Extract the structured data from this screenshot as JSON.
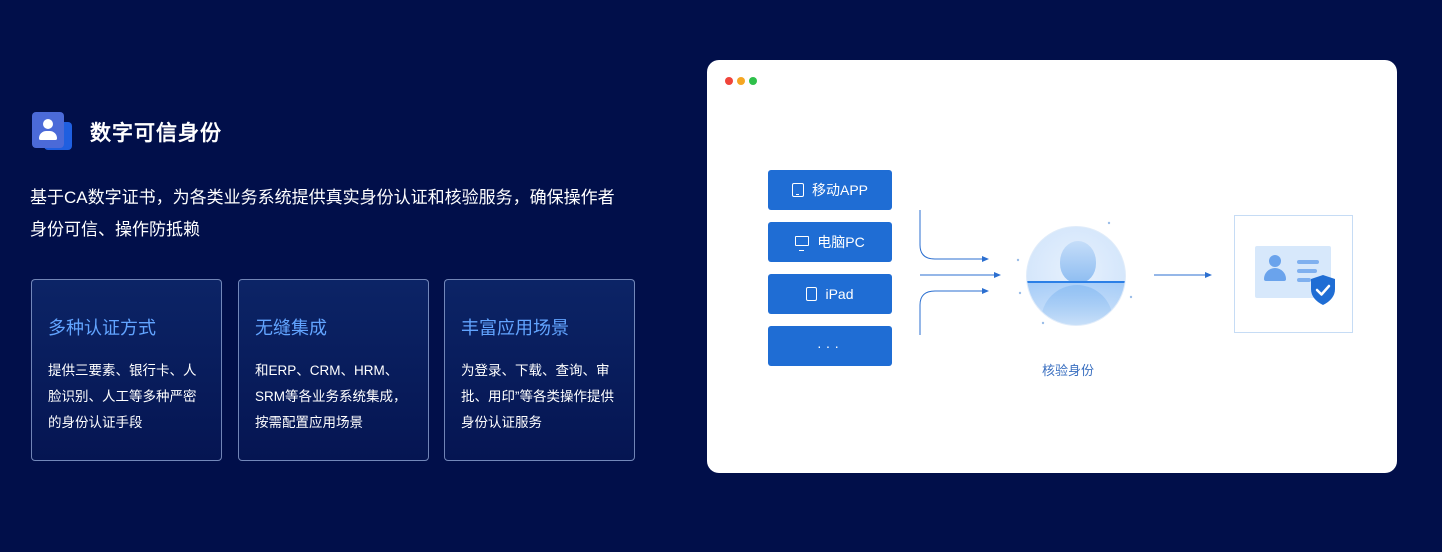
{
  "section": {
    "title": "数字可信身份",
    "title_icon": "user-card-icon",
    "description": "基于CA数字证书，为各类业务系统提供真实身份认证和核验服务，确保操作者身份可信、操作防抵赖"
  },
  "features": [
    {
      "title": "多种认证方式",
      "text": "提供三要素、银行卡、人脸识别、人工等多种严密的身份认证手段"
    },
    {
      "title": "无缝集成",
      "text": "和ERP、CRM、HRM、SRM等各业务系统集成，按需配置应用场景"
    },
    {
      "title": "丰富应用场景",
      "text": "为登录、下载、查询、审批、用印”等各类操作提供身份认证服务"
    }
  ],
  "window": {
    "dots": [
      "#f0443a",
      "#f5a623",
      "#2ec04a"
    ],
    "devices": [
      {
        "label": "移动APP",
        "icon": "mobile-icon"
      },
      {
        "label": "电脑PC",
        "icon": "monitor-icon"
      },
      {
        "label": "iPad",
        "icon": "tablet-icon"
      },
      {
        "label": "···",
        "icon": ""
      }
    ],
    "verify_label": "核验身份",
    "accent": "#1f6dd4"
  }
}
